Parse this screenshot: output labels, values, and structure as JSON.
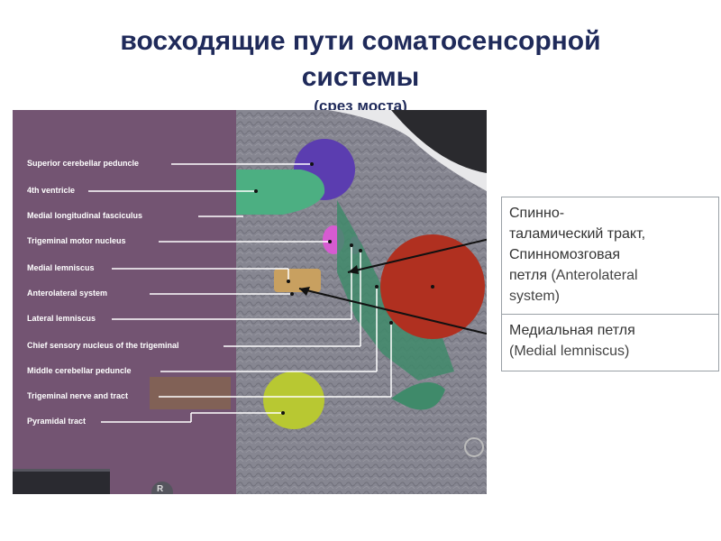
{
  "title_line1": "восходящие пути соматосенсорной",
  "title_line2": "системы",
  "subtitle": "(срез моста)",
  "labels": [
    "Superior cerebellar peduncle",
    "4th ventricle",
    "Medial longitudinal fasciculus",
    "Trigeminal motor nucleus",
    "Medial lemniscus",
    "Anterolateral system",
    "Lateral lemniscus",
    "Chief sensory nucleus of the trigeminal",
    "Middle cerebellar peduncle",
    "Trigeminal nerve and tract",
    "Pyramidal tract"
  ],
  "callout_spinothalamic": {
    "line1": "Спинно-",
    "line2": "таламический тракт,",
    "line3": "Спинномозговая",
    "line4": "петля",
    "line4_en": "(Anterolateral",
    "line5_en": "system)"
  },
  "callout_medial": {
    "line1": "Медиальная петля",
    "line2_en": "(Medial lemniscus)"
  },
  "corner_mark": "R",
  "colors": {
    "title": "#1f2a5a",
    "left_overlay": "#5a3f5a",
    "superior_cerebellar_peduncle": "#5b3db0",
    "ventricle": "#4caf82",
    "trigeminal_motor": "#d65bd1",
    "medial_lemniscus": "#c8a060",
    "middle_cerebellar_peduncle": "#c0392b",
    "pyramidal_tract": "#b8c832"
  }
}
